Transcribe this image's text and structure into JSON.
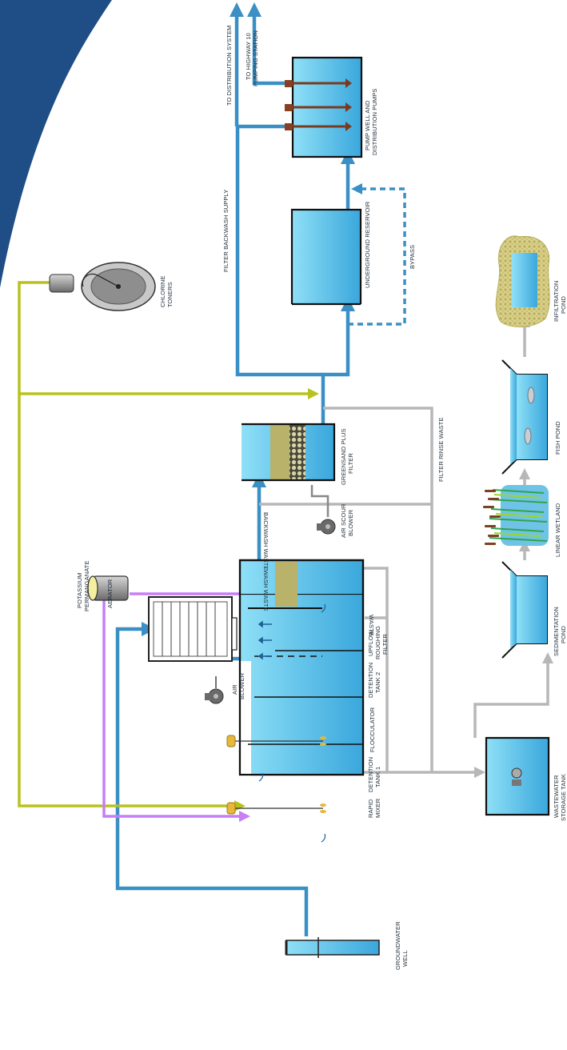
{
  "labels": {
    "groundwater_well": [
      "GROUNDWATER",
      "WELL"
    ],
    "aerator": "AERATOR",
    "air_blower": [
      "AIR",
      "BLOWER"
    ],
    "detention_tank_1": [
      "DETENTION",
      "TANK 1"
    ],
    "rapid_mixer": [
      "RAPID",
      "MIXER"
    ],
    "flocculator": "FLOCCULATOR",
    "detention_tank_2": [
      "DETENTION",
      "TANK 2"
    ],
    "upflow_roughing_filter": [
      "UPFLOW",
      "ROUGHING",
      "FILTER"
    ],
    "waste": "WASTE",
    "wash_waste": "WASH WASTE",
    "backwash_waste": "BACKWASH WASTE",
    "potassium_permanganate": [
      "POTASSIUM",
      "PERMANGANATE"
    ],
    "air_scour_blower": [
      "AIR SCOUR",
      "BLOWER"
    ],
    "greensand_plus_filter": [
      "GREENSAND PLUS",
      "FILTER"
    ],
    "filter_rinse_waste": "FILTER RINSE WASTE",
    "chlorine_toners": [
      "CHLORINE",
      "TONERS"
    ],
    "filter_backwash_supply": "FILTER BACKWASH SUPPLY",
    "underground_reservoir": "UNDERGROUND RESERVOIR",
    "bypass": "BYPASS",
    "pump_well": [
      "PUMP WELL AND",
      "DISTRIBUTION PUMPS"
    ],
    "to_distribution_system": "TO DISTRIBUTION SYSTEM",
    "to_highway_10": [
      "TO HIGHWAY 10",
      "PUMPING STATION"
    ],
    "wastewater_storage_tank": [
      "WASTEWATER",
      "STORAGE TANK"
    ],
    "sedimentation_pond": [
      "SEDIMENTATION",
      "POND"
    ],
    "linear_wetland": "LINEAR WETLAND",
    "fish_pond": "FISH POND",
    "infiltration_pond": [
      "INFILTRATION",
      "POND"
    ]
  },
  "colors": {
    "treated_water_pipe": "#3a8fc4",
    "waste_pipe": "#b7b7b7",
    "chlorine_pipe": "#b8c21e",
    "permanganate_pipe": "#c67ff5",
    "water_fill": "#63c6ea",
    "corner_swoosh": "#1f4d86"
  }
}
